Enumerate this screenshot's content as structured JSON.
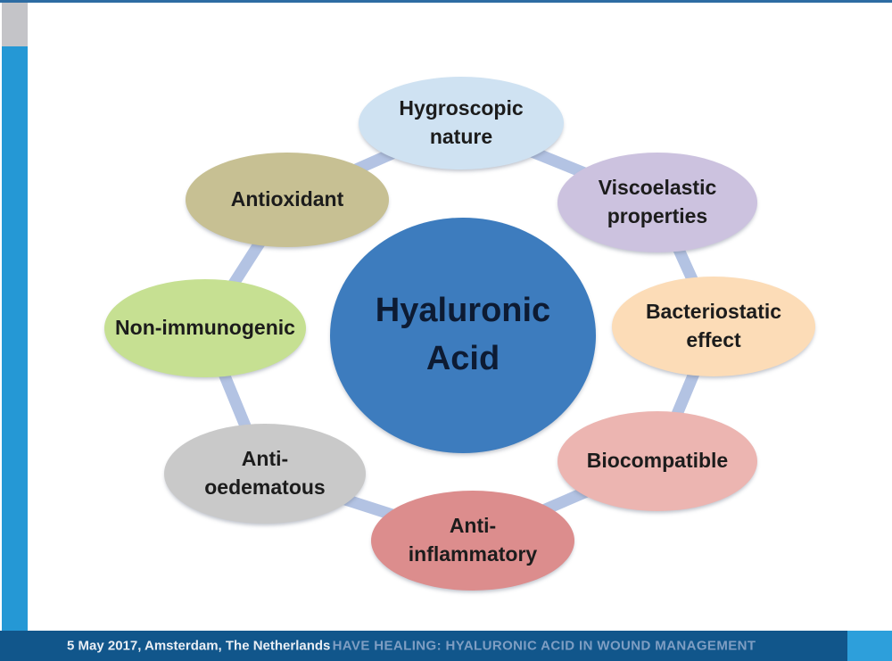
{
  "diagram": {
    "center": {
      "label": "Hyaluronic\nAcid",
      "color": "#3d7cbe",
      "text_color": "#0d1b33"
    },
    "ring_color": "#b3c3e3",
    "nodes": [
      {
        "name": "hygroscopic-nature",
        "label": "Hygroscopic\nnature",
        "color": "#cfe2f2"
      },
      {
        "name": "viscoelastic-properties",
        "label": "Viscoelastic\nproperties",
        "color": "#ccc2df"
      },
      {
        "name": "bacteriostatic-effect",
        "label": "Bacteriostatic\neffect",
        "color": "#fcdcb7"
      },
      {
        "name": "biocompatible",
        "label": "Biocompatible",
        "color": "#ecb5b1"
      },
      {
        "name": "anti-inflammatory",
        "label": "Anti-\ninflammatory",
        "color": "#dc8d8d"
      },
      {
        "name": "anti-oedematous",
        "label": "Anti-\noedematous",
        "color": "#c9c9c9"
      },
      {
        "name": "non-immunogenic",
        "label": "Non-immunogenic",
        "color": "#c6e092"
      },
      {
        "name": "antioxidant",
        "label": "Antioxidant",
        "color": "#c7c093"
      }
    ]
  },
  "footer": {
    "date": "5 May 2017, Amsterdam, The Netherlands",
    "title": "HAVE HEALING: HYALURONIC ACID IN WOUND MANAGEMENT",
    "bg_color": "#11568b",
    "date_color": "#e9eef4",
    "title_color": "#7e9ec3",
    "accent_color": "#2d9fdb"
  },
  "chrome": {
    "left_bar_color": "#2598d5",
    "left_top_box_color": "#c4c4c8",
    "top_border_color": "#2d6ca3"
  }
}
